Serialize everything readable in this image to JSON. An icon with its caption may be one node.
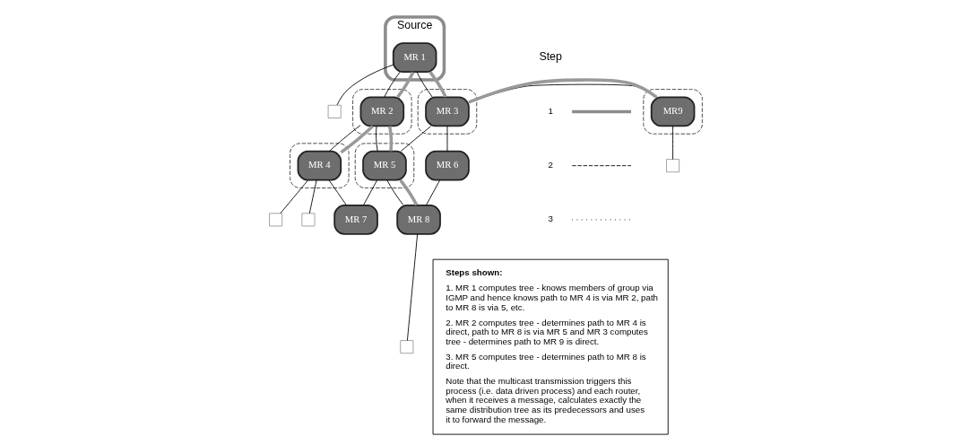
{
  "diagram": {
    "nodes": [
      {
        "text": [],
        "shape": "ellipse",
        "beside": [
          "Source"
        ]
      },
      {
        "text": [
          "MR 1"
        ],
        "in": 0
      },
      {
        "text": [],
        "shape": "box"
      },
      {
        "text": [],
        "shape": "ellipse"
      },
      {
        "text": [
          "MR 2"
        ],
        "in": 3
      },
      {
        "text": [],
        "shape": "ellipse"
      },
      {
        "text": [
          "MR 3"
        ],
        "in": 5
      },
      {
        "text": [],
        "shape": "ellipse"
      },
      {
        "text": [
          "MR9"
        ],
        "in": 7
      },
      {
        "text": [],
        "shape": "box"
      },
      {
        "text": [],
        "shape": "ellipse"
      },
      {
        "text": [
          "MR 4"
        ],
        "in": 10
      },
      {
        "text": [],
        "shape": "box"
      },
      {
        "text": [],
        "shape": "box"
      },
      {
        "text": [],
        "shape": "ellipse"
      },
      {
        "text": [
          "MR 5"
        ],
        "in": 14
      },
      {
        "text": [
          "MR 6"
        ]
      },
      {
        "text": [
          "MR 7"
        ]
      },
      {
        "text": [
          "MR 8"
        ]
      },
      {
        "text": [],
        "shape": "box"
      },
      {
        "text": [
          "Steps shown:",
          "1. MR 1 computes tree - knows members of group via IGMP and hence knows path to MR 4 is via MR 2, path to MR 8 is via 5, etc.",
          "2. MR 2 computes tree - determines path to MR 4 is direct, path to MR 8 is via MR 5 and MR 3 computes tree - determines path to MR 9 is direct.",
          "3. MR 5 computes tree - determines path to MR 8 is direct.",
          "Note that the multicast transmission triggers this process (i.e. data driven process) and each router, when it receives a message, calculates exactly the same distribution tree as its predecessors and uses it to forward the message."
        ]
      }
    ],
    "edges": [
      {
        "from": 1,
        "to": 4,
        "arrow": "none"
      },
      {
        "from": 1,
        "to": 6,
        "arrow": "none"
      },
      {
        "from": 1,
        "to": 2,
        "arrow": "none"
      },
      {
        "from": 4,
        "to": 11,
        "arrow": "none"
      },
      {
        "from": 4,
        "to": 15,
        "arrow": "none"
      },
      {
        "from": 6,
        "to": 15,
        "arrow": "none"
      },
      {
        "from": 6,
        "to": 16,
        "arrow": "none"
      },
      {
        "from": 6,
        "to": 8,
        "arrow": "none"
      },
      {
        "from": 8,
        "to": 9,
        "arrow": "none"
      },
      {
        "from": 11,
        "to": 12,
        "arrow": "none"
      },
      {
        "from": 11,
        "to": 13,
        "arrow": "none"
      },
      {
        "from": 11,
        "to": 17,
        "arrow": "none"
      },
      {
        "from": 15,
        "to": 17,
        "arrow": "none"
      },
      {
        "from": 15,
        "to": 18,
        "arrow": "none"
      },
      {
        "from": 16,
        "to": 18,
        "arrow": "none"
      },
      {
        "from": 18,
        "to": 19,
        "arrow": "none"
      },
      {
        "from": 1,
        "to": 4,
        "arrow": "none",
        "style": "thick",
        "color": "#999999"
      },
      {
        "from": 1,
        "to": 6,
        "arrow": "none",
        "style": "thick",
        "color": "#999999"
      },
      {
        "from": 4,
        "to": 11,
        "arrow": "none",
        "style": "thick",
        "color": "#999999"
      },
      {
        "from": 4,
        "to": 15,
        "arrow": "none",
        "style": "thick",
        "color": "#999999"
      },
      {
        "from": 6,
        "to": 8,
        "arrow": "none",
        "style": "thick",
        "color": "#999999"
      },
      {
        "from": 15,
        "to": 18,
        "arrow": "none",
        "style": "thick",
        "color": "#999999"
      }
    ],
    "labels": [
      "Step"
    ],
    "legend": [
      {
        "text": "1"
      },
      {
        "text": "2"
      },
      {
        "text": "3"
      }
    ]
  }
}
